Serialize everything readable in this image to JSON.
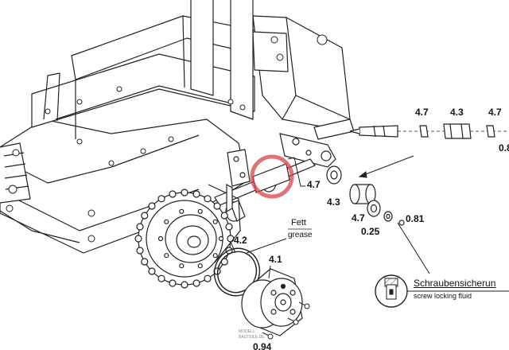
{
  "labels": {
    "p47_top": "4.7",
    "p43_top": "4.3",
    "p47_top_right": "4.7",
    "p08_cut": "0.8",
    "p47_mid": "4.7",
    "p43_mid": "4.3",
    "p47_low": "4.7",
    "p081": "0.81",
    "p025": "0.25",
    "p42": "4.2",
    "p41": "4.1",
    "p094": "0.94"
  },
  "notes": {
    "grease_de": "Fett",
    "grease_en": "grease",
    "locking_de": "Schraubensicherun",
    "locking_en": "screw locking fluid"
  },
  "watermark": {
    "line1": "MODELL",
    "line2": "BAUTEILE.DE"
  },
  "colors": {
    "line": "#222222",
    "highlight": "#d9434a"
  }
}
